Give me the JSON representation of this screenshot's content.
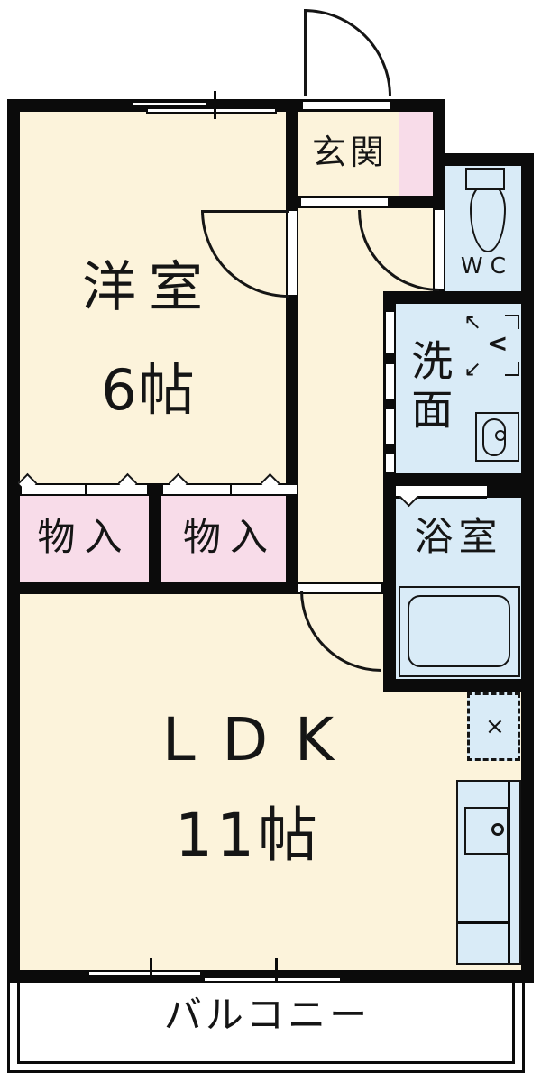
{
  "rooms": {
    "western_room": {
      "label": "洋室",
      "size": "6帖"
    },
    "entrance": {
      "label": "玄関"
    },
    "toilet": {
      "label": "WC"
    },
    "washroom": {
      "label": "洗面"
    },
    "bathroom": {
      "label": "浴室"
    },
    "closet_left": {
      "label": "物入"
    },
    "closet_right": {
      "label": "物入"
    },
    "ldk": {
      "label": "LDK",
      "size": "11帖"
    },
    "balcony": {
      "label": "バルコニー"
    }
  },
  "glyphs": {
    "washer_arrow_nw": "↖",
    "washer_arrow_sw": "↙",
    "washer_chevron": "<",
    "fridge_cross": "×"
  },
  "icons": {
    "toilet": "toilet-plan-icon",
    "washing_machine": "washing-machine-space-icon",
    "washbasin": "washbasin-icon",
    "bathtub": "bathtub-icon",
    "refrigerator": "refrigerator-space-icon",
    "kitchen": "kitchen-counter-icon"
  },
  "colors": {
    "floor_cream": "#FCF3DB",
    "closet_pink": "#F8DCE9",
    "wet_area_blue": "#D9EBF7",
    "wall_black": "#0B0B0B",
    "line_black": "#151515"
  }
}
